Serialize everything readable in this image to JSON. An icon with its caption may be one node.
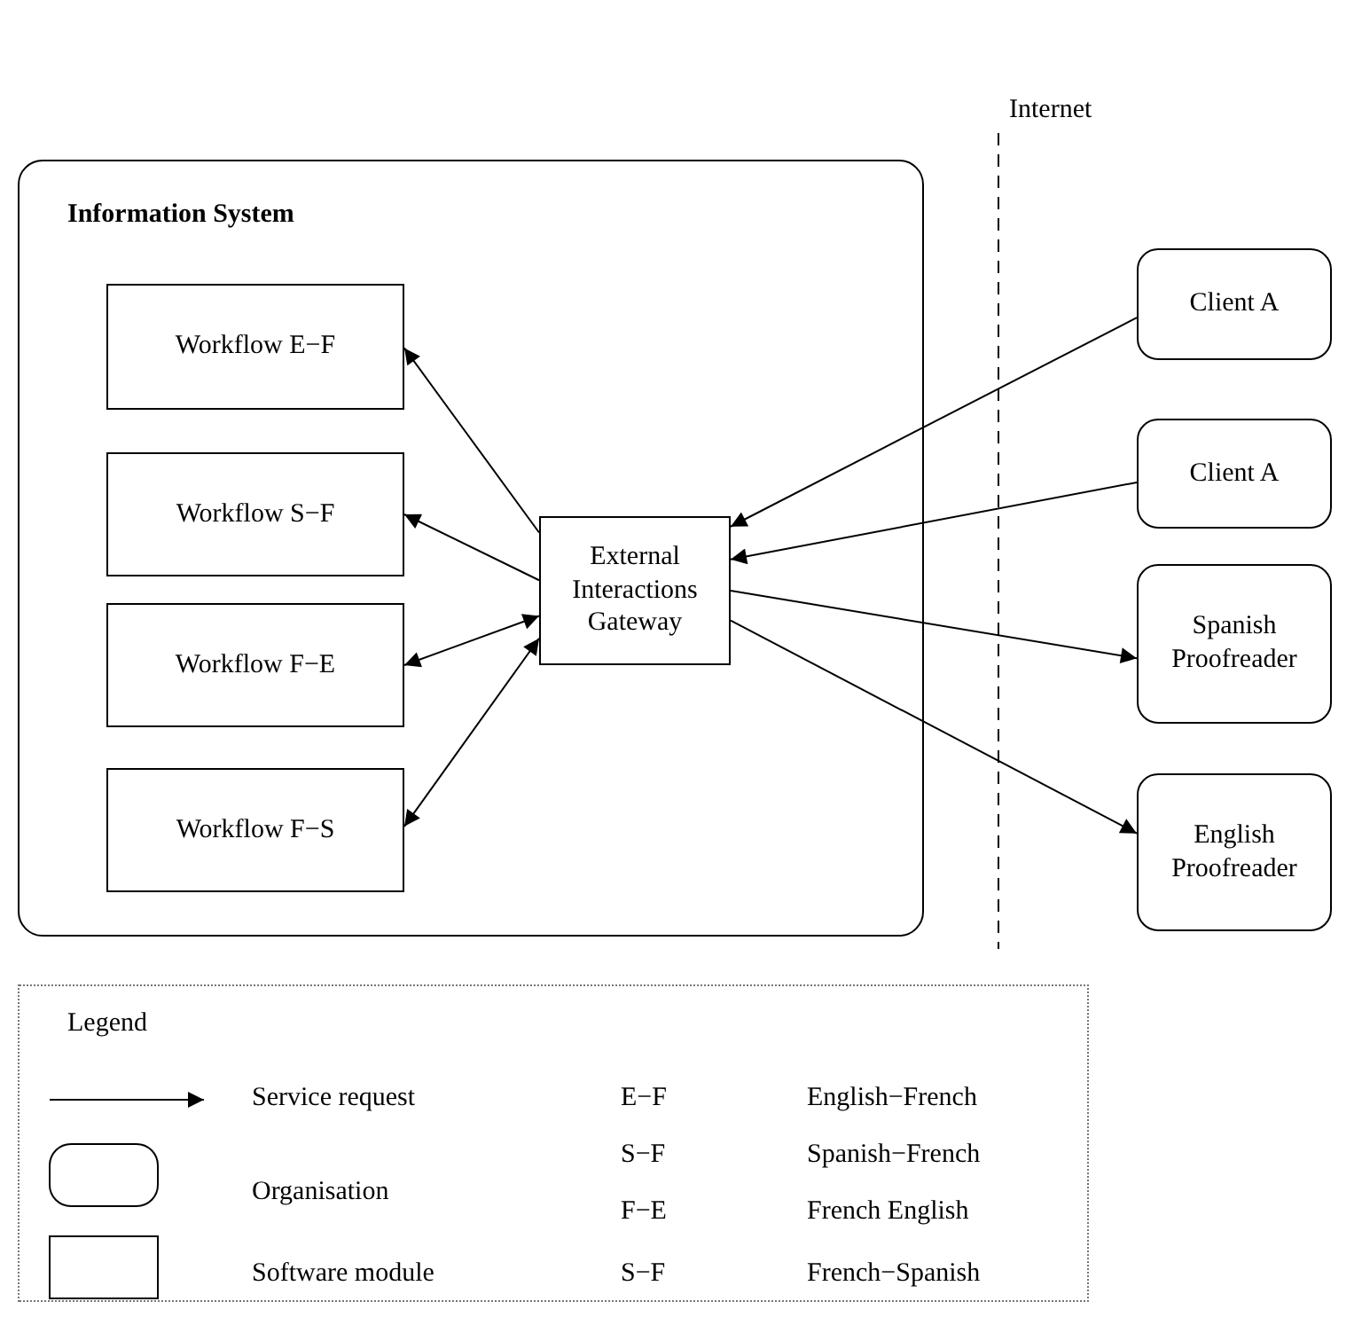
{
  "diagram": {
    "nodes": [
      {
        "text": [
          "Information System"
        ]
      },
      {
        "text": [
          "Workflow E−F"
        ],
        "in": 0
      },
      {
        "text": [
          "Workflow S−F"
        ],
        "in": 0
      },
      {
        "text": [
          "Workflow F−E"
        ],
        "in": 0
      },
      {
        "text": [
          "Workflow F−S"
        ],
        "in": 0
      },
      {
        "text": [
          "External Interactions Gateway"
        ],
        "in": 0
      },
      {
        "text": [
          "Client A"
        ]
      },
      {
        "text": [
          "Client A"
        ]
      },
      {
        "text": [
          "Spanish Proofreader"
        ]
      },
      {
        "text": [
          "English Proofreader"
        ]
      }
    ],
    "edges": [
      {
        "from": 5,
        "to": 1,
        "arrow": "to"
      },
      {
        "from": 5,
        "to": 2,
        "arrow": "to"
      },
      {
        "from": 5,
        "to": 3,
        "arrow": "both"
      },
      {
        "from": 5,
        "to": 4,
        "arrow": "both"
      },
      {
        "from": 6,
        "to": 5,
        "arrow": "to"
      },
      {
        "from": 7,
        "to": 5,
        "arrow": "to"
      },
      {
        "from": 5,
        "to": 8,
        "arrow": "to"
      },
      {
        "from": 5,
        "to": 9,
        "arrow": "to"
      }
    ],
    "labels": [
      "Internet",
      "Legend",
      "E−F",
      "English−French",
      "S−F",
      "Spanish−French",
      "F−E",
      "French English",
      "S−F",
      "French−Spanish"
    ],
    "legend": [
      {
        "text": "Service request"
      },
      {
        "text": "Organisation"
      },
      {
        "text": "Software module"
      }
    ]
  }
}
